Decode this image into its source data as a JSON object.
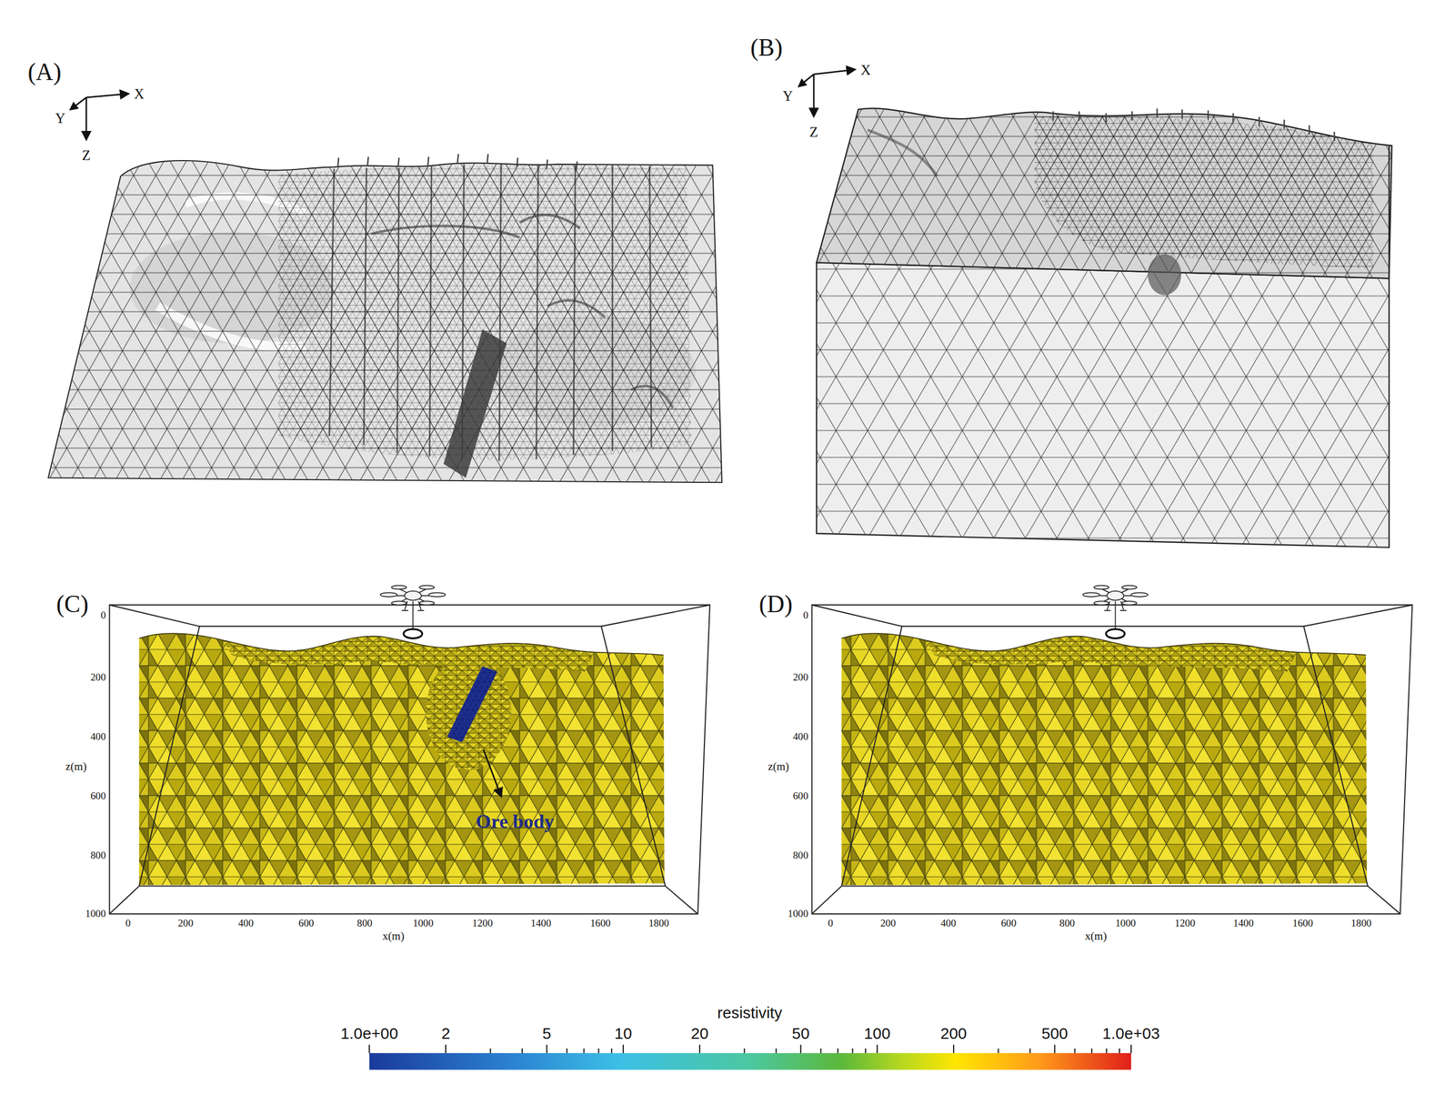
{
  "diagram": {
    "labels": [
      "(A)",
      "X",
      "Y",
      "Z",
      "(B)",
      "X",
      "Y",
      "Z",
      "(C)",
      "(D)",
      "0",
      "200",
      "400",
      "600",
      "800",
      "1000",
      "z(m)",
      "0",
      "200",
      "400",
      "600",
      "800",
      "1000",
      "1200",
      "1400",
      "1600",
      "1800",
      "x(m)",
      "Ore body",
      "0",
      "200",
      "400",
      "600",
      "800",
      "1000",
      "z(m)",
      "0",
      "200",
      "400",
      "600",
      "800",
      "1000",
      "1200",
      "1400",
      "1600",
      "1800",
      "x(m)",
      "resistivity",
      "1.0e+00",
      "2",
      "5",
      "10",
      "20",
      "50",
      "100",
      "200",
      "500",
      "1.0e+03"
    ]
  }
}
